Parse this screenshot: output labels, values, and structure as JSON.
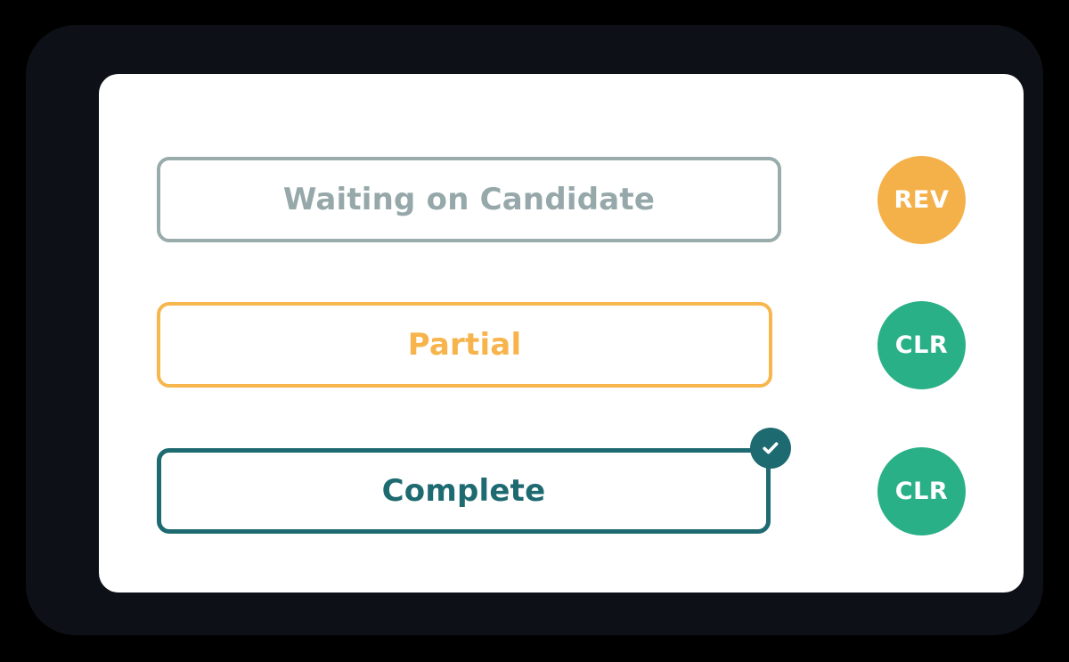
{
  "theme": {
    "page_background": "#000000",
    "frame_color": "#0d1117",
    "panel_color": "#ffffff",
    "gray_blue": "#9aabac",
    "amber": "#f7b64e",
    "teal": "#1e6a71",
    "green": "#29b086"
  },
  "rows": [
    {
      "status_label": "Waiting on Candidate",
      "variant": "waiting",
      "has_check": false,
      "badge_text": "REV",
      "badge_tone": "amber"
    },
    {
      "status_label": "Partial",
      "variant": "partial",
      "has_check": false,
      "badge_text": "CLR",
      "badge_tone": "green"
    },
    {
      "status_label": "Complete",
      "variant": "complete",
      "has_check": true,
      "badge_text": "CLR",
      "badge_tone": "green"
    }
  ],
  "icons": {
    "check": "check-icon"
  }
}
